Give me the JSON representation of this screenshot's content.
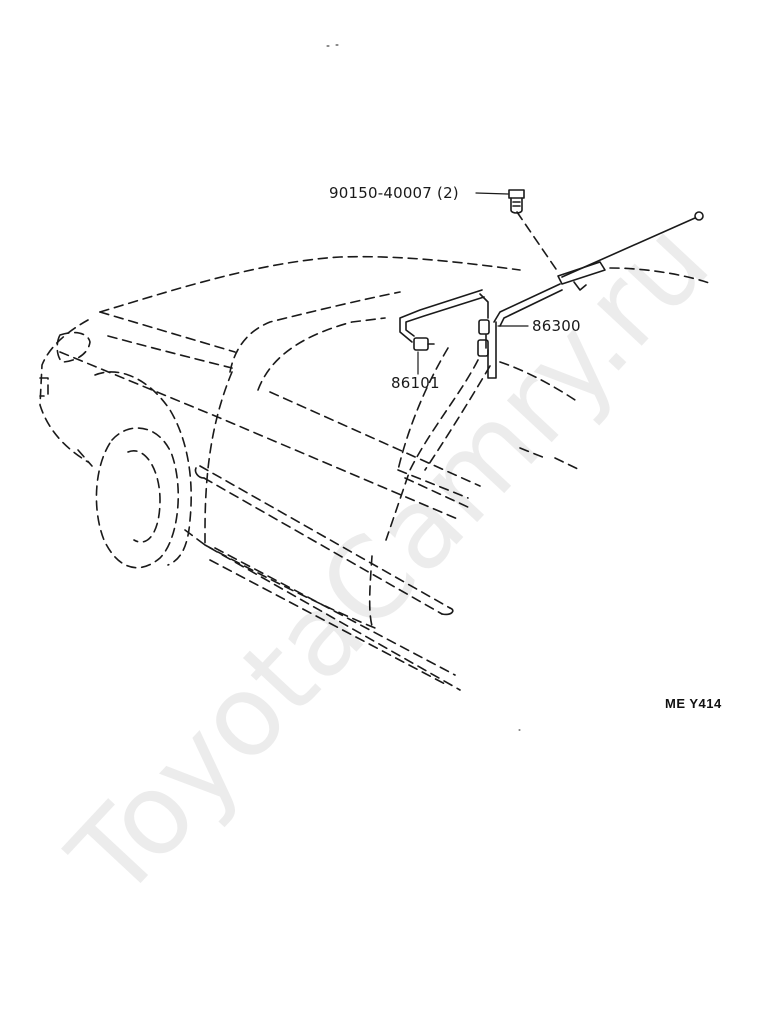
{
  "callouts": {
    "mounting_bolt": "90150-40007 (2)",
    "antenna_cable": "86300",
    "connector": "86101"
  },
  "diagram_code": "ME  Y414",
  "watermark": "ToyotaCamry.ru",
  "colors": {
    "line": "#1a1a1a",
    "background": "#ffffff"
  }
}
